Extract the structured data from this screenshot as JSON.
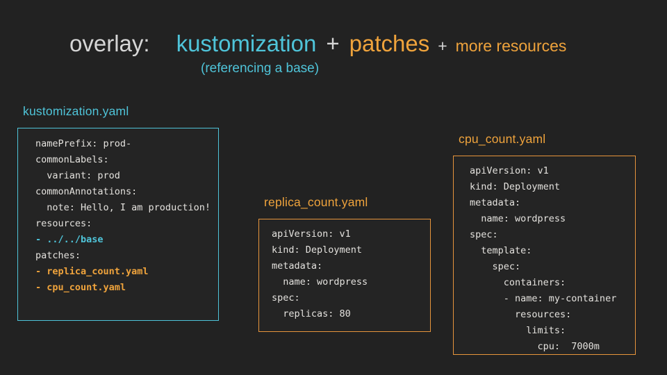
{
  "slide": {
    "background": "#222222",
    "colors": {
      "cyan_accent": "#4fc4d9",
      "orange_accent": "#efa33c",
      "title_gray": "#d6d6d6",
      "code_text": "#e4e2de"
    }
  },
  "title": {
    "overlay": "overlay:",
    "kustomization": "kustomization",
    "plus1": "+",
    "patches": "patches",
    "plus2": "+",
    "more_resources": "more resources",
    "subtitle": "(referencing a base)"
  },
  "boxes": [
    {
      "label": "kustomization.yaml",
      "accent": "#4fc4d9",
      "lines": [
        {
          "text": "namePrefix: prod-",
          "style": "plain"
        },
        {
          "text": "commonLabels:",
          "style": "plain"
        },
        {
          "text": "  variant: prod",
          "style": "plain"
        },
        {
          "text": "commonAnnotations:",
          "style": "plain"
        },
        {
          "text": "  note: Hello, I am production!",
          "style": "plain"
        },
        {
          "text": "resources:",
          "style": "plain"
        },
        {
          "text": "- ../../base",
          "style": "cyan"
        },
        {
          "text": "patches:",
          "style": "plain"
        },
        {
          "text": "- replica_count.yaml",
          "style": "orange"
        },
        {
          "text": "- cpu_count.yaml",
          "style": "orange"
        }
      ]
    },
    {
      "label": "replica_count.yaml",
      "accent": "#efa33c",
      "lines": [
        {
          "text": "apiVersion: v1",
          "style": "plain"
        },
        {
          "text": "kind: Deployment",
          "style": "plain"
        },
        {
          "text": "metadata:",
          "style": "plain"
        },
        {
          "text": "  name: wordpress",
          "style": "plain"
        },
        {
          "text": "spec:",
          "style": "plain"
        },
        {
          "text": "  replicas: 80",
          "style": "plain"
        }
      ]
    },
    {
      "label": "cpu_count.yaml",
      "accent": "#efa33c",
      "lines": [
        {
          "text": "apiVersion: v1",
          "style": "plain"
        },
        {
          "text": "kind: Deployment",
          "style": "plain"
        },
        {
          "text": "metadata:",
          "style": "plain"
        },
        {
          "text": "  name: wordpress",
          "style": "plain"
        },
        {
          "text": "spec:",
          "style": "plain"
        },
        {
          "text": "  template:",
          "style": "plain"
        },
        {
          "text": "    spec:",
          "style": "plain"
        },
        {
          "text": "      containers:",
          "style": "plain"
        },
        {
          "text": "      - name: my-container",
          "style": "plain"
        },
        {
          "text": "        resources:",
          "style": "plain"
        },
        {
          "text": "          limits:",
          "style": "plain"
        },
        {
          "text": "            cpu:  7000m",
          "style": "plain"
        }
      ]
    }
  ]
}
